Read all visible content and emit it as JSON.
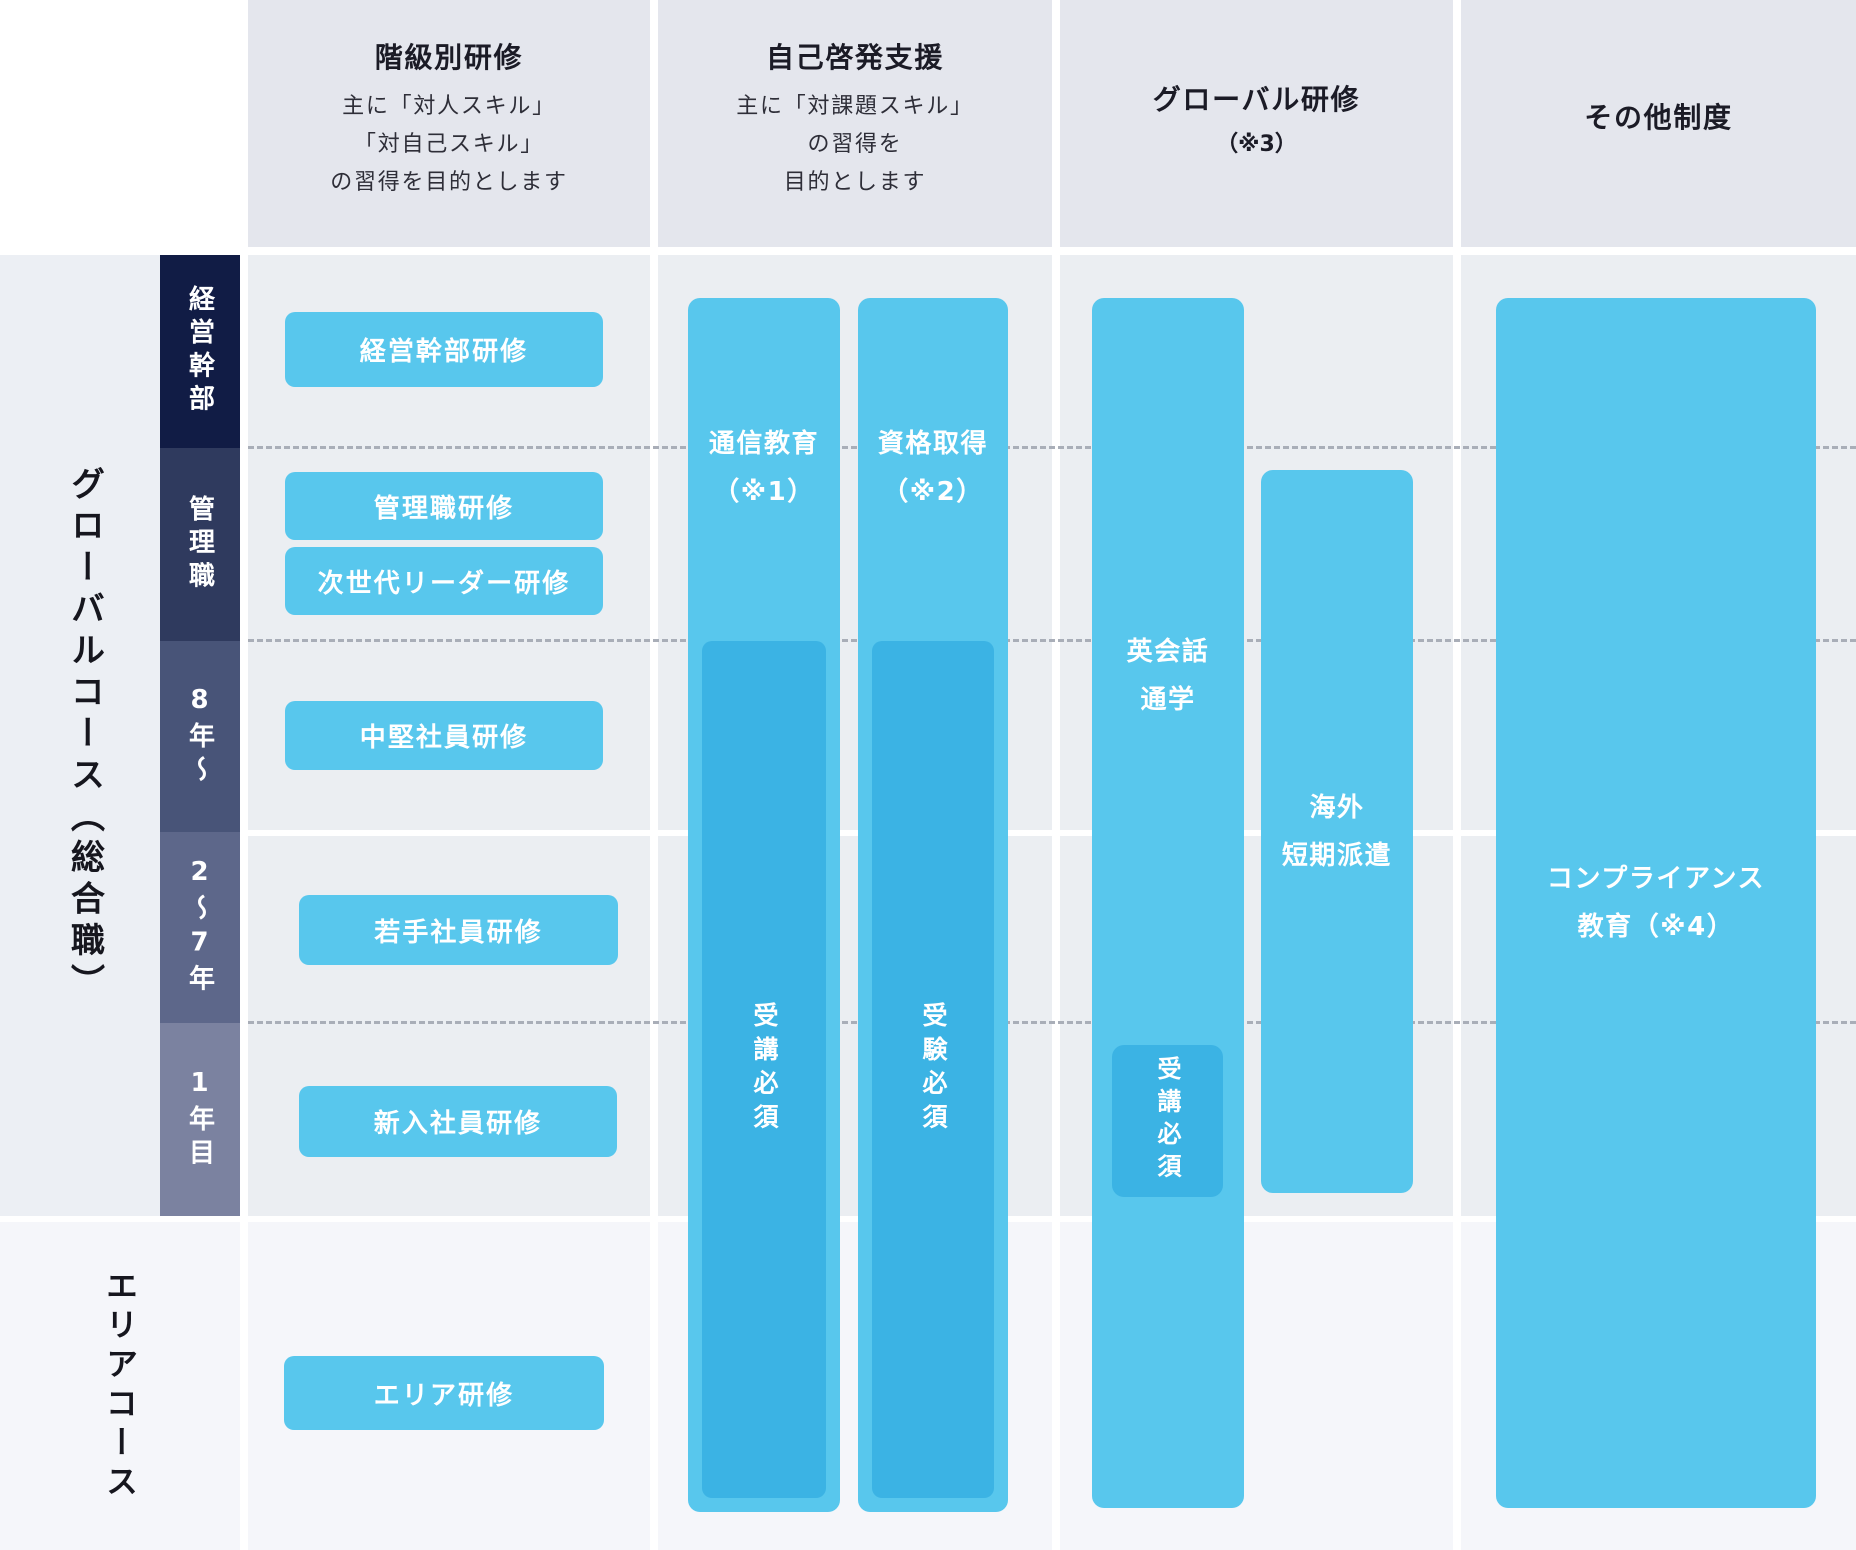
{
  "headers": {
    "rank": {
      "title": "階級別研修",
      "sub1": "主に「対人スキル」",
      "sub2": "「対自己スキル」",
      "sub3": "の習得を目的とします"
    },
    "selfdev": {
      "title": "自己啓発支援",
      "sub1": "主に「対課題スキル」",
      "sub2": "の習得を",
      "sub3": "目的とします"
    },
    "global": {
      "title": "グローバル研修",
      "note": "（※3）"
    },
    "other": {
      "title": "その他制度"
    }
  },
  "course_labels": {
    "global": "グローバルコース（総合職）",
    "area": "エリアコース"
  },
  "levels": {
    "executive": "経営幹部",
    "manager": "管理職",
    "year8": "8年〜",
    "year2to7": "2〜7年",
    "year1": "1年目"
  },
  "rank_column": {
    "executive": "経営幹部研修",
    "manager": "管理職研修",
    "next_leader": "次世代リーダー研修",
    "mid": "中堅社員研修",
    "young": "若手社員研修",
    "newcomer": "新入社員研修",
    "area": "エリア研修"
  },
  "selfdev_column": {
    "correspondence": {
      "line1": "通信教育",
      "line2": "（※1）",
      "required": "受講必須"
    },
    "qualification": {
      "line1": "資格取得",
      "line2": "（※2）",
      "required": "受験必須"
    }
  },
  "global_column": {
    "english": {
      "line1": "英会話",
      "line2": "通学",
      "required": "受講必須"
    },
    "overseas": {
      "line1": "海外",
      "line2": "短期派遣"
    }
  },
  "other_column": {
    "compliance": {
      "line1": "コンプライアンス",
      "line2": "教育（※4）"
    }
  },
  "colors": {
    "bar_blue": "#58C7ED",
    "inner_blue": "#3BB3E4",
    "header_bg": "#E4E6ED",
    "column_bg": "#EBEEF2",
    "area_bg": "#F5F6FA",
    "level_executive": "#111C45",
    "level_manager": "#2F3A5E",
    "level_year8": "#485478",
    "level_year2to7": "#5D678A",
    "level_year1": "#7B82A0",
    "dotted_line": "#A9AEB8"
  }
}
